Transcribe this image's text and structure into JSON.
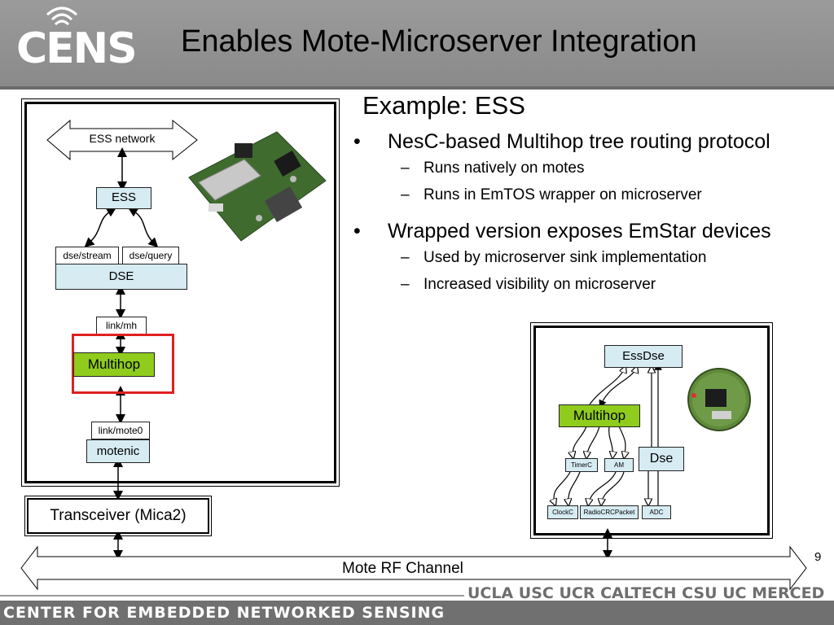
{
  "header": {
    "logo_text": "CENS",
    "title": "Enables Mote-Microserver Integration"
  },
  "subtitle": "Example: ESS",
  "bullets": [
    {
      "text": "NesC-based Multihop tree routing protocol",
      "sub": [
        "Runs natively on motes",
        "Runs in EmTOS wrapper on microserver"
      ]
    },
    {
      "text": "Wrapped version exposes EmStar devices",
      "sub": [
        "Used by microserver sink implementation",
        "Increased visibility on microserver"
      ]
    }
  ],
  "bullet_symbol": "•",
  "dash_symbol": "–",
  "left_diagram": {
    "ess_network": "ESS network",
    "ess": "ESS",
    "dse_stream": "dse/stream",
    "dse_query": "dse/query",
    "dse": "DSE",
    "link_mh": "link/mh",
    "multihop": "Multihop",
    "link_mote0": "link/mote0",
    "motenic": "motenic"
  },
  "transceiver": "Transceiver (Mica2)",
  "right_diagram": {
    "essdse": "EssDse",
    "multihop": "Multihop",
    "timerc": "TimerC",
    "am": "AM",
    "dse": "Dse",
    "clockc": "ClockC",
    "radiocrc": "RadioCRCPacket",
    "adc": "ADC"
  },
  "channel": "Mote RF Channel",
  "page_number": "9",
  "footer": {
    "center": "CENTER FOR EMBEDDED NETWORKED SENSING",
    "universities": "UCLA  USC  UCR  CALTECH  CSU  UC MERCED"
  },
  "colors": {
    "header": "#8f8f8f",
    "box_fill": "#d6ebf2",
    "green": "#8fcc1d",
    "red": "#e02020"
  }
}
